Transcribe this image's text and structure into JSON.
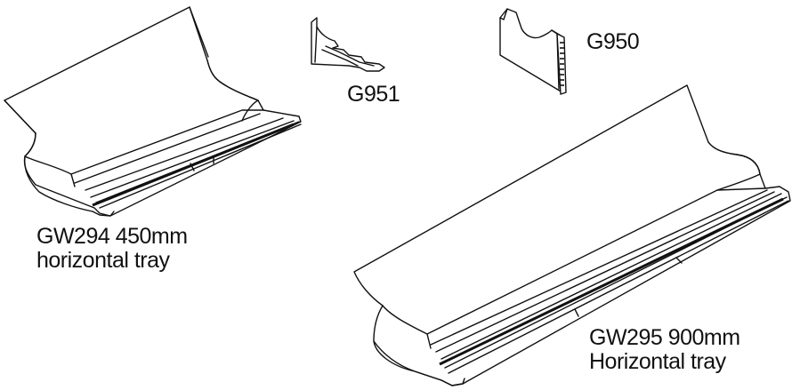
{
  "labels": {
    "gw294_line1": "GW294 450mm",
    "gw294_line2": "horizontal tray",
    "gw295_line1": "GW295 900mm",
    "gw295_line2": "Horizontal tray",
    "g951": "G951",
    "g950": "G950"
  },
  "colors": {
    "line": "#111111",
    "background": "#ffffff"
  }
}
